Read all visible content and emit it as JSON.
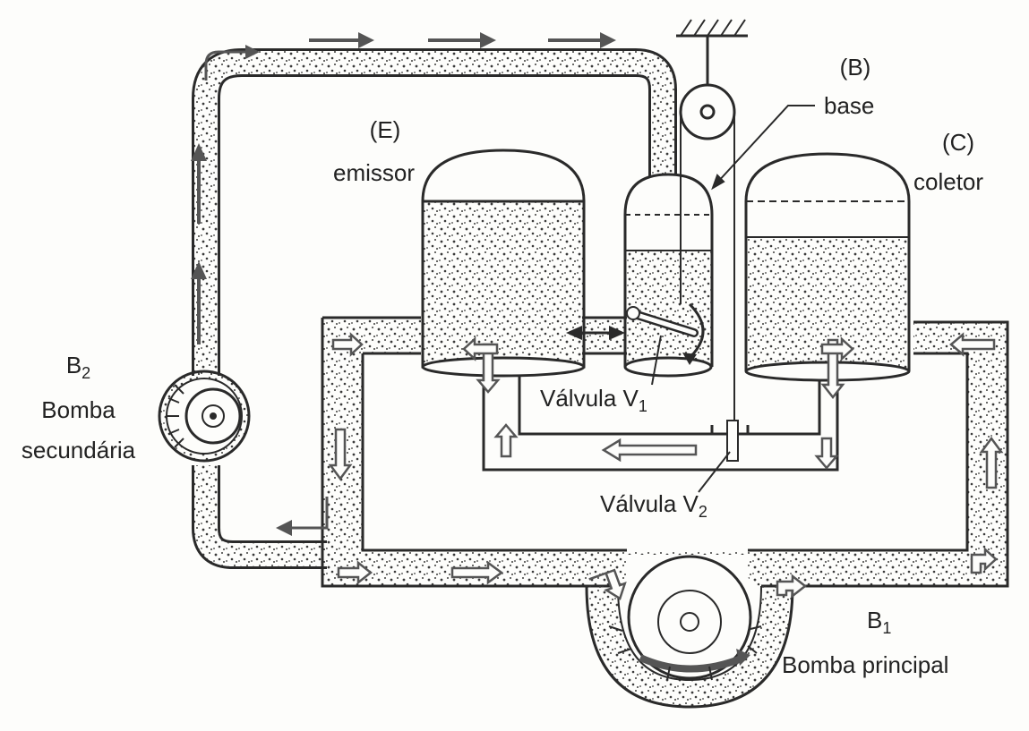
{
  "labels": {
    "emitter_letter": "(E)",
    "emitter_name": "emissor",
    "base_letter": "(B)",
    "base_name": "base",
    "collector_letter": "(C)",
    "collector_name": "coletor",
    "valve1_text": "Válvula V",
    "valve1_sub": "1",
    "valve2_text": "Válvula V",
    "valve2_sub": "2",
    "pump2_code": "B",
    "pump2_sub": "2",
    "pump2_line1": "Bomba",
    "pump2_line2": "secundária",
    "pump1_code": "B",
    "pump1_sub": "1",
    "pump1_name": "Bomba principal"
  },
  "colors": {
    "ink": "#2a2a2a",
    "fluid_dots": "#3a3a3a",
    "arrow_fill": "#555555",
    "background": "#fdfdfb"
  },
  "icons": {
    "flow_arrow": "arrow-right-icon",
    "hollow_flow_arrow": "hollow-arrow-icon",
    "pump": "pump-icon",
    "pulley": "pulley-icon",
    "ceiling_mount": "hatched-ceiling-icon"
  }
}
